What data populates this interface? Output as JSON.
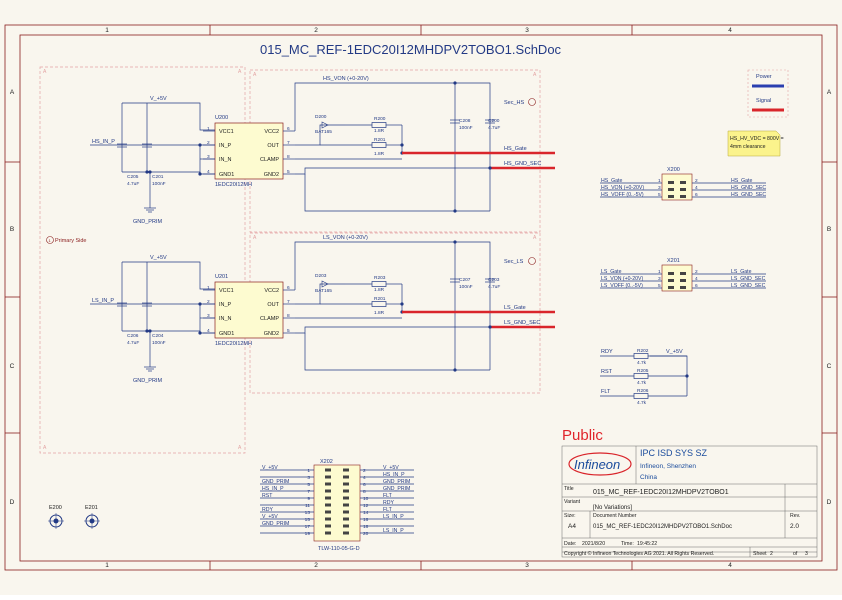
{
  "sheet_title": "015_MC_REF-1EDC20I12MHDPV2TOBO1.SchDoc",
  "public_label": "Public",
  "zone_cols": [
    "1",
    "2",
    "3",
    "4"
  ],
  "zone_rows": [
    "A",
    "B",
    "C",
    "D"
  ],
  "legend": {
    "power": "Power",
    "signal": "Signal"
  },
  "note": [
    "HS_HV_VDC = 800V =",
    "4mm clearance"
  ],
  "primary_side": "Primary Side",
  "hs": {
    "vcc": "V_+5V",
    "in_net": "HS_IN_P",
    "gnd": "GND_PRIM",
    "ic_ref": "U200",
    "ic_part": "1EDC20I12MH",
    "pins_left": [
      "VCC1",
      "IN_P",
      "IN_N",
      "GND1"
    ],
    "pin_nums_left": [
      "1",
      "2",
      "3",
      "4"
    ],
    "pins_right": [
      "VCC2",
      "OUT",
      "CLAMP",
      "GND2"
    ],
    "pin_nums_right": [
      "6",
      "7",
      "8",
      "5"
    ],
    "von": "HS_VON (+0-20V)",
    "sec": "Sec_HS",
    "diode_ref": "D200",
    "diode_part": "BAT165",
    "r1_ref": "R200",
    "r1_val": "1.8R",
    "r2_ref": "R201",
    "r2_val": "1.8R",
    "c1_ref": "C205",
    "c1_val": "4.7uF",
    "c2_ref": "C201",
    "c2_val": "100nF",
    "c3_ref": "C208",
    "c3_val": "100nF",
    "c4_ref": "C200",
    "c4_val": "4.7uF",
    "gate": "HS_Gate",
    "gnd_sec": "HS_GND_SEC"
  },
  "ls": {
    "vcc": "V_+5V",
    "in_net": "LS_IN_P",
    "gnd": "GND_PRIM",
    "ic_ref": "U201",
    "ic_part": "1EDC20I12MH",
    "pins_left": [
      "VCC1",
      "IN_P",
      "IN_N",
      "GND1"
    ],
    "pin_nums_left": [
      "1",
      "2",
      "3",
      "4"
    ],
    "pins_right": [
      "VCC2",
      "OUT",
      "CLAMP",
      "GND2"
    ],
    "pin_nums_right": [
      "6",
      "7",
      "8",
      "5"
    ],
    "von": "LS_VON (+0-20V)",
    "sec": "Sec_LS",
    "diode_ref": "D203",
    "diode_part": "BAT165",
    "r1_ref": "R203",
    "r1_val": "1.8R",
    "r2_ref": "R201",
    "r2_val": "1.8R",
    "c1_ref": "C206",
    "c1_val": "4.7uF",
    "c2_ref": "C204",
    "c2_val": "100nF",
    "c3_ref": "C207",
    "c3_val": "100nF",
    "c4_ref": "C203",
    "c4_val": "4.7uF",
    "gate": "LS_Gate",
    "gnd_sec": "LS_GND_SEC"
  },
  "x200": {
    "ref": "X200",
    "left": [
      "HS_Gate",
      "HS_VON (+0-20V)",
      "HS_VOFF (0..-5V)"
    ],
    "right": [
      "HS_Gate",
      "HS_GND_SEC",
      "HS_GND_SEC"
    ],
    "pins_l": [
      "1",
      "3",
      "5"
    ],
    "pins_r": [
      "2",
      "4",
      "6"
    ]
  },
  "x201": {
    "ref": "X201",
    "left": [
      "LS_Gate",
      "LS_VON (+0-20V)",
      "LS_VOFF (0..-5V)"
    ],
    "right": [
      "LS_Gate",
      "LS_GND_SEC",
      "LS_GND_SEC"
    ],
    "pins_l": [
      "1",
      "3",
      "5"
    ],
    "pins_r": [
      "2",
      "4",
      "6"
    ]
  },
  "pullups": {
    "supply": "V_+5V",
    "rows": [
      {
        "net": "RDY",
        "ref": "R202",
        "val": "4.7k"
      },
      {
        "net": "RST",
        "ref": "R205",
        "val": "4.7k"
      },
      {
        "net": "FLT",
        "ref": "R206",
        "val": "4.7k"
      }
    ]
  },
  "x202": {
    "ref": "X202",
    "part": "TLW-110-05-G-D",
    "left": [
      "V_+5V",
      "",
      "GND_PRIM",
      "HS_IN_P",
      "RST",
      "",
      "RDY",
      "V_+5V",
      "GND_PRIM",
      ""
    ],
    "right": [
      "V_+5V",
      "HS_IN_P",
      "GND_PRIM",
      "GND_PRIM",
      "FLT",
      "RDY",
      "FLT",
      "LS_IN_P",
      "",
      "LS_IN_P"
    ],
    "pins_l": [
      "1",
      "3",
      "5",
      "7",
      "9",
      "11",
      "13",
      "15",
      "17",
      "19"
    ],
    "pins_r": [
      "2",
      "4",
      "6",
      "8",
      "10",
      "12",
      "14",
      "16",
      "18",
      "20"
    ]
  },
  "fiducials": [
    "E200",
    "E201"
  ],
  "title_block": {
    "company": "IPC ISD SYS SZ",
    "city": "Infineon, Shenzhen",
    "country": "China",
    "logo": "Infineon",
    "title_label": "Title",
    "title": "015_MC_REF-1EDC20I12MHDPV2TOBO1",
    "variant_label": "Variant",
    "variant": "[No Variations]",
    "size_label": "Size:",
    "docnum_label": "Document Number",
    "rev_label": "Rev.",
    "size": "A4",
    "docnum": "015_MC_REF-1EDC20I12MHDPV2TOBO1.SchDoc",
    "rev": "2.0",
    "date_label": "Date:",
    "date": "2021/8/20",
    "time_label": "Time:",
    "time": "19:45:22",
    "copyright": "Copyright © Infineon Technologies AG 2021. All Rights Reserved.",
    "sheet_label": "Sheet",
    "sheet": "2",
    "of_label": "of",
    "of": "3"
  },
  "colors": {
    "wire": "#233a85",
    "signal": "#d9252b",
    "power": "#2a3fb0",
    "border": "#8a1d1d",
    "frame": "#e8b5b5"
  }
}
